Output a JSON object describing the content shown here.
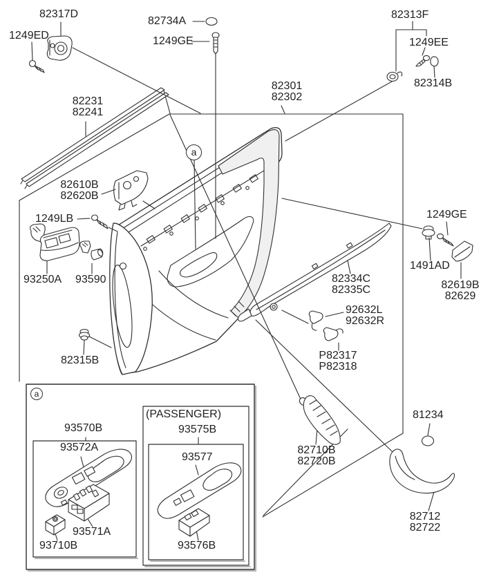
{
  "colors": {
    "line": "#2e2e2e",
    "text": "#1f1f1f",
    "background": "#ffffff",
    "box_shadow": "#b5b5b5",
    "rail_fill": "#f0f0f0"
  },
  "callout_markers": {
    "main": "a",
    "inset": "a"
  },
  "inset": {
    "passenger_caption": "(PASSENGER)"
  },
  "labels": {
    "l_82317d": "82317D",
    "l_1249ed": "1249ED",
    "l_82734a": "82734A",
    "l_1249ge_top": "1249GE",
    "l_82313f": "82313F",
    "l_1249ee": "1249EE",
    "l_82314b": "82314B",
    "l_82231": "82231",
    "l_82241": "82241",
    "l_82301": "82301",
    "l_82302": "82302",
    "l_82610b": "82610B",
    "l_82620b": "82620B",
    "l_1249lb": "1249LB",
    "l_93250a": "93250A",
    "l_93590": "93590",
    "l_82315b": "82315B",
    "l_82334c": "82334C",
    "l_82335c": "82335C",
    "l_1249ge_right": "1249GE",
    "l_1491ad": "1491AD",
    "l_82619b": "82619B",
    "l_82629": "82629",
    "l_92632l": "92632L",
    "l_92632r": "92632R",
    "l_p82317": "P82317",
    "l_p82318": "P82318",
    "l_82710b": "82710B",
    "l_82720b": "82720B",
    "l_81234": "81234",
    "l_82712": "82712",
    "l_82722": "82722",
    "l_93570b": "93570B",
    "l_93572a": "93572A",
    "l_93571a": "93571A",
    "l_93710b": "93710B",
    "l_93575b": "93575B",
    "l_93577": "93577",
    "l_93576b": "93576B"
  }
}
